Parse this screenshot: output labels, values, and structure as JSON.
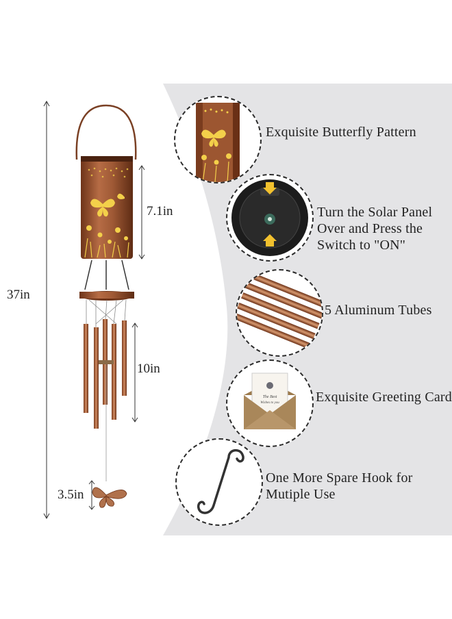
{
  "dimensions": {
    "total": "37in",
    "lantern": "7.1in",
    "tubes": "10in",
    "pendant": "3.5in"
  },
  "features": [
    {
      "icon": "butterfly-pattern-icon",
      "text": "Exquisite Butterfly Pattern"
    },
    {
      "icon": "solar-switch-icon",
      "text": "Turn the Solar Panel Over and Press the Switch to \"ON\""
    },
    {
      "icon": "aluminum-tubes-icon",
      "text": "5 Aluminum Tubes"
    },
    {
      "icon": "greeting-card-icon",
      "text": "Exquisite Greeting Card"
    },
    {
      "icon": "s-hook-icon",
      "text": "One More Spare Hook for Mutiple Use"
    }
  ],
  "greeting_card": {
    "line1": "The Best",
    "line2": "Wishes to you"
  },
  "colors": {
    "copper": "#a05a36",
    "copper_dark": "#6e3419",
    "panel_grey": "#e4e4e6",
    "pattern_yellow": "#f3d04a"
  }
}
